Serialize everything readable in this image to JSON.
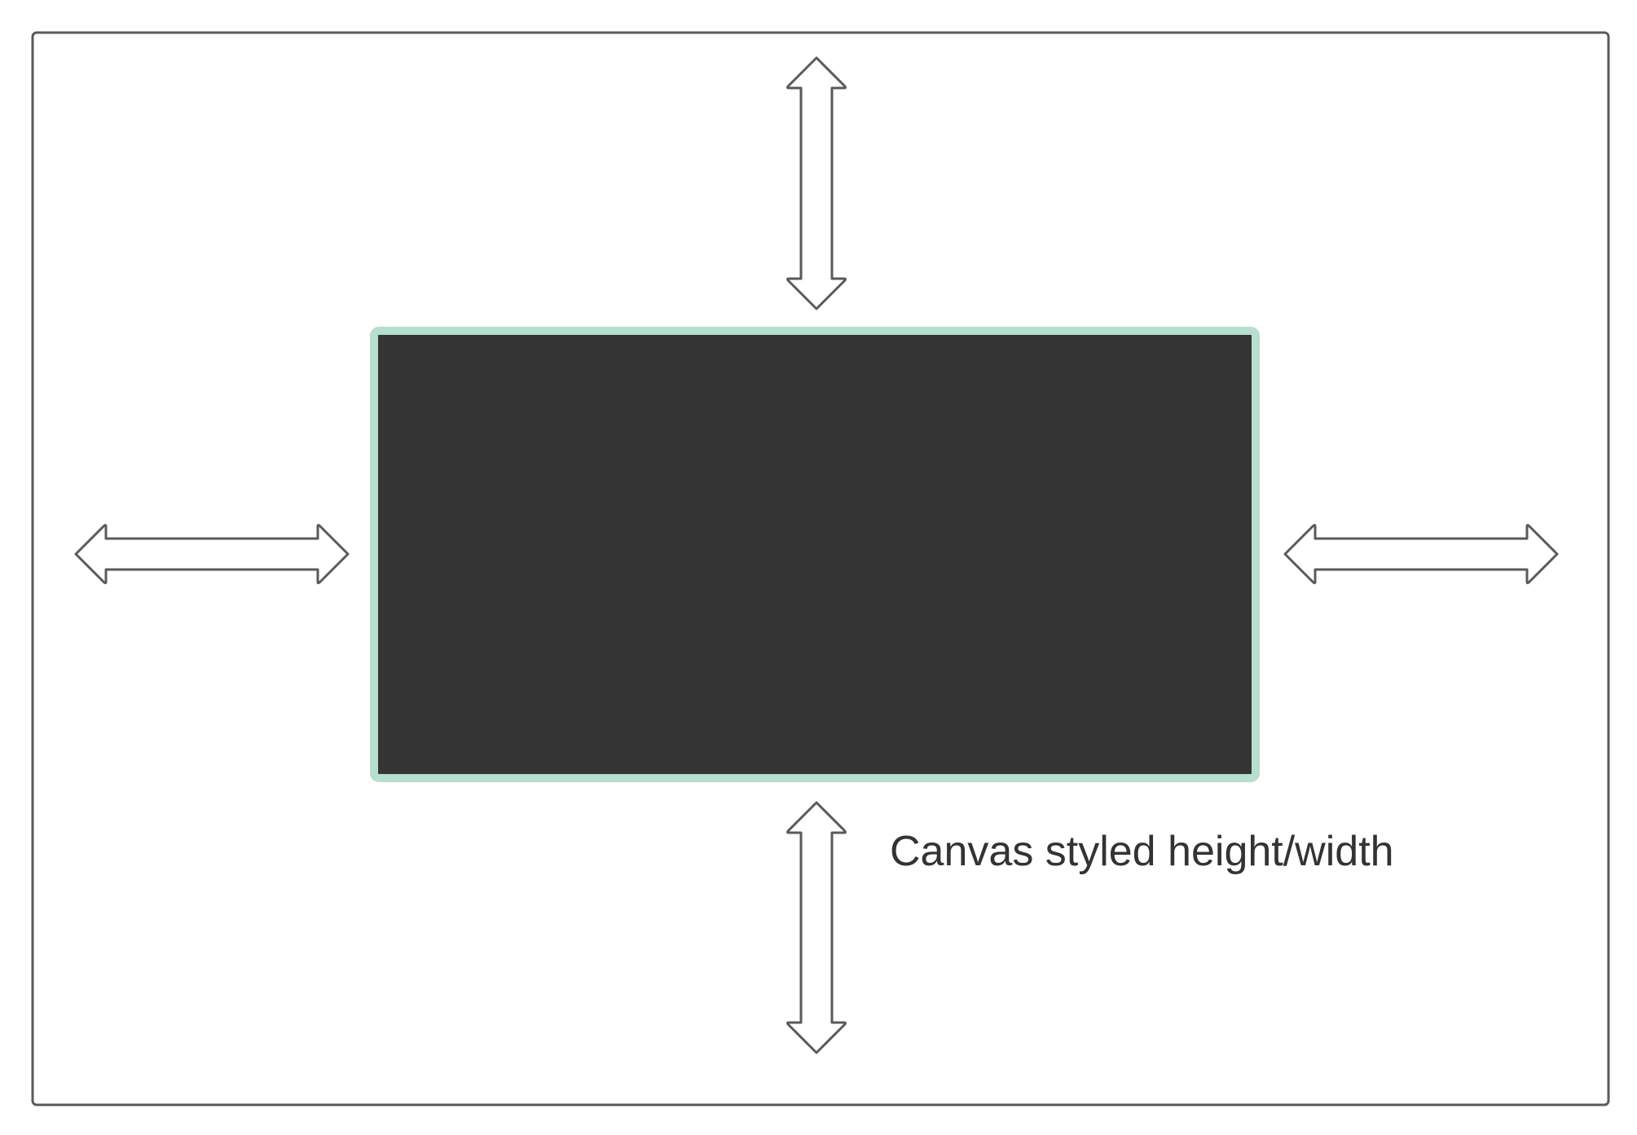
{
  "colors": {
    "background": "#ffffff",
    "frame_stroke": "#5a5a5a",
    "canvas_fill": "#353535",
    "canvas_border": "#b6dfcd",
    "arrow_stroke": "#5a5a5a",
    "arrow_fill": "#ffffff",
    "text": "#333333"
  },
  "labels": {
    "canvas_caption": "Canvas styled height/width"
  },
  "icons": {
    "arrows": [
      "double-arrow-vertical",
      "double-arrow-horizontal"
    ]
  }
}
